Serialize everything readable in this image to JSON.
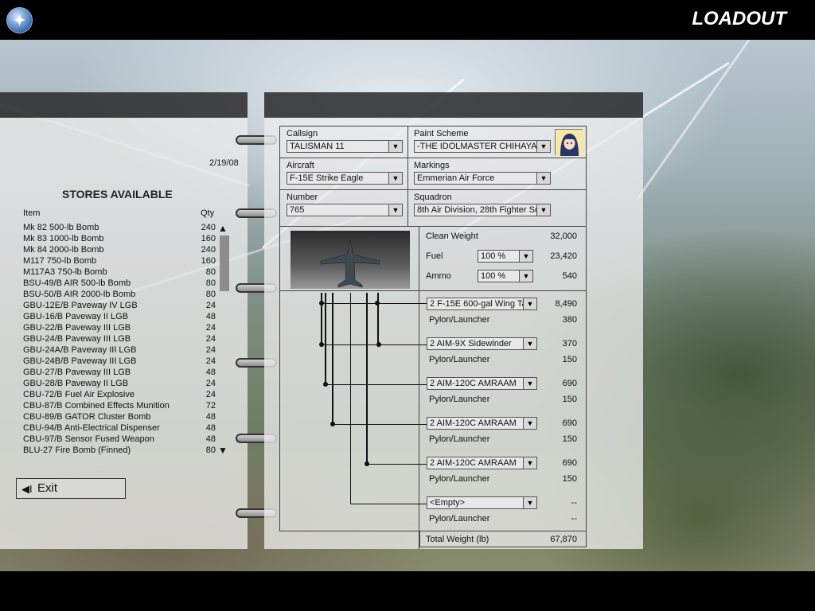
{
  "header": {
    "title": "LOADOUT",
    "logo_icon": "star-emblem-icon"
  },
  "stores": {
    "date": "2/19/08",
    "title": "STORES AVAILABLE",
    "col_item": "Item",
    "col_qty": "Qty",
    "items": [
      {
        "name": "Mk 82 500-lb Bomb",
        "qty": "240"
      },
      {
        "name": "Mk 83 1000-lb Bomb",
        "qty": "160"
      },
      {
        "name": "Mk 84 2000-lb Bomb",
        "qty": "240"
      },
      {
        "name": "M117 750-lb Bomb",
        "qty": "160"
      },
      {
        "name": "M117A3 750-lb Bomb",
        "qty": "80"
      },
      {
        "name": "BSU-49/B AIR 500-lb Bomb",
        "qty": "80"
      },
      {
        "name": "BSU-50/B AIR 2000-lb Bomb",
        "qty": "80"
      },
      {
        "name": "GBU-12E/B Paveway IV LGB",
        "qty": "24"
      },
      {
        "name": "GBU-16/B Paveway II LGB",
        "qty": "48"
      },
      {
        "name": "GBU-22/B Paveway III LGB",
        "qty": "24"
      },
      {
        "name": "GBU-24/B Paveway III LGB",
        "qty": "24"
      },
      {
        "name": "GBU-24A/B Paveway III LGB",
        "qty": "24"
      },
      {
        "name": "GBU-24B/B Paveway III LGB",
        "qty": "24"
      },
      {
        "name": "GBU-27/B Paveway III LGB",
        "qty": "48"
      },
      {
        "name": "GBU-28/B Paveway II LGB",
        "qty": "24"
      },
      {
        "name": "CBU-72/B Fuel Air Explosive",
        "qty": "24"
      },
      {
        "name": "CBU-87/B Combined Effects Munition",
        "qty": "72"
      },
      {
        "name": "CBU-89/B GATOR Cluster Bomb",
        "qty": "48"
      },
      {
        "name": "CBU-94/B Anti-Electrical Dispenser",
        "qty": "48"
      },
      {
        "name": "CBU-97/B Sensor Fused Weapon",
        "qty": "48"
      },
      {
        "name": "BLU-27 Fire Bomb (Finned)",
        "qty": "80"
      }
    ],
    "scroll_up": "▲",
    "scroll_down": "▼"
  },
  "exit": {
    "arrow": "◀I",
    "label": "Exit"
  },
  "form": {
    "callsign_label": "Callsign",
    "callsign_value": "TALISMAN 11",
    "paint_label": "Paint Scheme",
    "paint_value": "-THE IDOLMASTER CHIHAYA-",
    "aircraft_label": "Aircraft",
    "aircraft_value": "F-15E Strike Eagle",
    "markings_label": "Markings",
    "markings_value": "Emmerian Air Force",
    "number_label": "Number",
    "number_value": "765",
    "squadron_label": "Squadron",
    "squadron_value": "8th Air Division, 28th Fighter Sq",
    "dropdown_arrow": "▼"
  },
  "weights": {
    "clean_label": "Clean Weight",
    "clean_value": "32,000",
    "fuel_label": "Fuel",
    "fuel_pct": "100 %",
    "fuel_value": "23,420",
    "ammo_label": "Ammo",
    "ammo_pct": "100 %",
    "ammo_value": "540",
    "total_label": "Total Weight (lb)",
    "total_value": "67,870"
  },
  "stations": [
    {
      "store": "2 F-15E 600-gal Wing Ta",
      "weight": "8,490",
      "pylon_label": "Pylon/Launcher",
      "pylon_weight": "380"
    },
    {
      "store": "2 AIM-9X Sidewinder",
      "weight": "370",
      "pylon_label": "Pylon/Launcher",
      "pylon_weight": "150"
    },
    {
      "store": "2 AIM-120C AMRAAM",
      "weight": "690",
      "pylon_label": "Pylon/Launcher",
      "pylon_weight": "150"
    },
    {
      "store": "2 AIM-120C AMRAAM",
      "weight": "690",
      "pylon_label": "Pylon/Launcher",
      "pylon_weight": "150"
    },
    {
      "store": "2 AIM-120C AMRAAM",
      "weight": "690",
      "pylon_label": "Pylon/Launcher",
      "pylon_weight": "150"
    },
    {
      "store": "<Empty>",
      "weight": "--",
      "pylon_label": "Pylon/Launcher",
      "pylon_weight": "--"
    }
  ]
}
